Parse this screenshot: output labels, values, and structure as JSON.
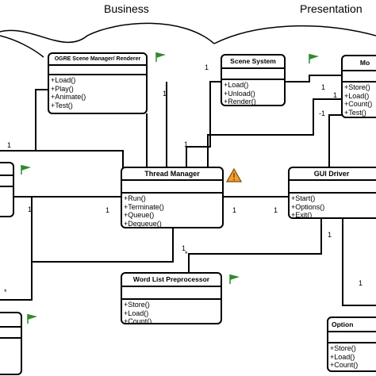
{
  "zones": [
    "Business",
    "Presentation"
  ],
  "classes": {
    "ogre": {
      "name": "OGRE Scene Manager/ Renderer",
      "ops": [
        "+Load()",
        "+Play()",
        "+Animate()",
        "+Test()"
      ]
    },
    "scene_system": {
      "name": "Scene System",
      "ops": [
        "+Load()",
        "+Unload()",
        "+Render()"
      ]
    },
    "model_partial": {
      "name": "Mo",
      "ops": [
        "+Store()",
        "+Load()",
        "+Count()",
        "+Test()"
      ]
    },
    "thread_manager": {
      "name": "Thread Manager",
      "ops": [
        "+Run()",
        "+Terminate()",
        "+Queue()",
        "+Dequeue()"
      ]
    },
    "gui_driver": {
      "name": "GUI Driver",
      "ops": [
        "+Start()",
        "+Options()",
        "+Exit()"
      ]
    },
    "word_list": {
      "name": "Word List Preprocessor",
      "ops": [
        "+Store()",
        "+Load()",
        "+Count()"
      ]
    },
    "options_partial": {
      "name": "Option",
      "ops": [
        "+Store()",
        "+Load()",
        "+Count()"
      ]
    }
  },
  "multiplicities": [
    "1",
    "1",
    "1",
    "1",
    "-1",
    "1",
    "1",
    "1",
    "1",
    "1",
    "1",
    "1",
    "*",
    "1",
    "*",
    "1"
  ],
  "colors": {
    "flag": "#2e8b2e",
    "warning_fill": "#f0a030",
    "warning_stroke": "#7a4a00"
  },
  "icons": {
    "flag": "green-flag-icon",
    "warning": "warning-triangle-icon"
  }
}
